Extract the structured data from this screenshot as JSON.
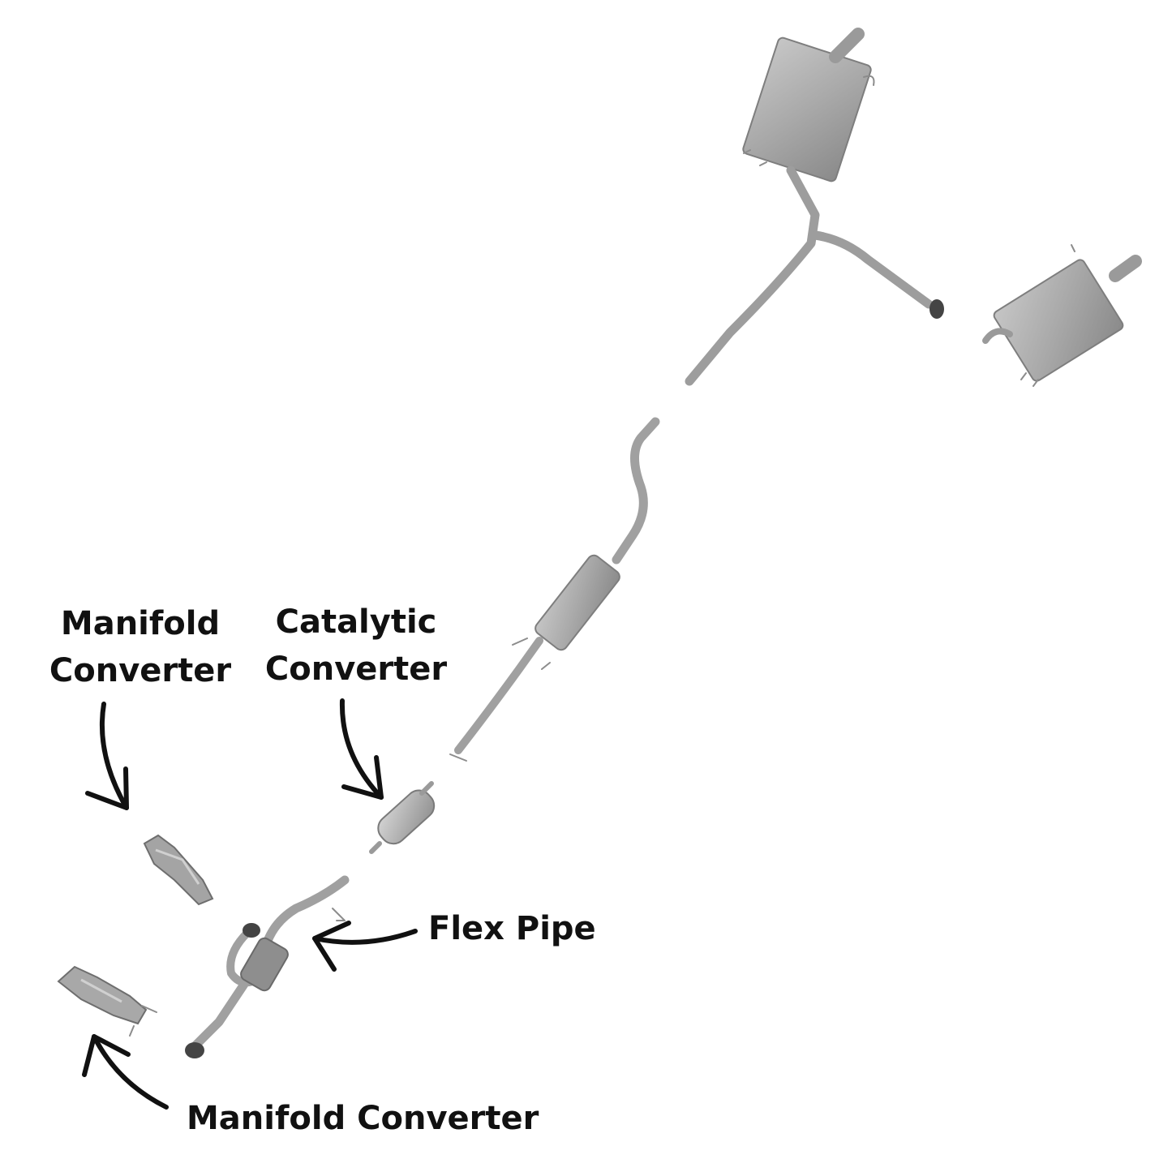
{
  "labels": {
    "manifold_top": [
      "Manifold",
      "Converter"
    ],
    "catalytic": [
      "Catalytic",
      "Converter"
    ],
    "flex_pipe": "Flex Pipe",
    "manifold_bottom": "Manifold Converter"
  },
  "colors": {
    "background": "#ffffff",
    "text": "#111111",
    "metal_dark": "#8c8c8c",
    "metal_mid": "#a6a6a6",
    "metal_light": "#c4c4c4"
  }
}
